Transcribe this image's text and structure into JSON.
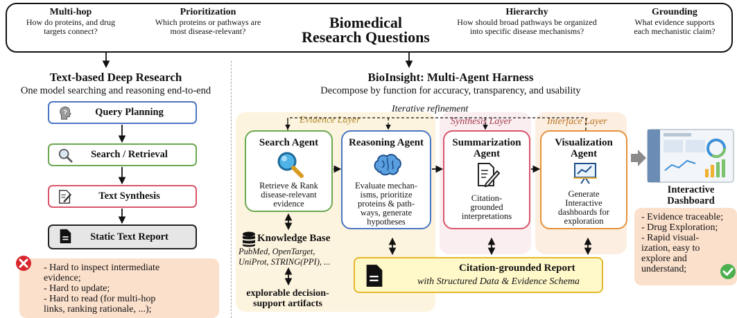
{
  "banner": {
    "title_line1": "Biomedical",
    "title_line2": "Research Questions",
    "questions": [
      {
        "title": "Multi-hop",
        "line1": "How do proteins, and drug",
        "line2": "targets connect?"
      },
      {
        "title": "Prioritization",
        "line1": "Which proteins or pathways are",
        "line2": "most disease-relevant?"
      },
      {
        "title": "Hierarchy",
        "line1": "How should broad pathways be organized",
        "line2": "into specific disease mechanisms?"
      },
      {
        "title": "Grounding",
        "line1": "What evidence supports",
        "line2": "each mechanistic claim?"
      }
    ]
  },
  "left": {
    "title": "Text-based Deep Research",
    "subtitle": "One model searching and reasoning end-to-end",
    "steps": [
      {
        "label": "Query Planning",
        "color": "#4a74c4",
        "icon": "question-head-icon"
      },
      {
        "label": "Search / Retrieval",
        "color": "#6aa84f",
        "icon": "magnifier-icon"
      },
      {
        "label": "Text Synthesis",
        "color": "#d9546a",
        "icon": "document-pen-icon"
      },
      {
        "label": "Static Text Report",
        "color": "#222222",
        "icon": "document-icon"
      }
    ],
    "cons": [
      "- Hard to inspect intermediate",
      "evidence;",
      "- Hard to update;",
      "- Hard to read (for multi-hop",
      "links, ranking rationale, ...);"
    ]
  },
  "right": {
    "title": "BioInsight: Multi-Agent Harness",
    "subtitle": "Decompose by function for accuracy, transparency, and usability",
    "refinement": "Iterative refinement",
    "layers": {
      "evidence": "Evidence Layer",
      "synthesis": "Synthesis Layer",
      "interface": "Interface Layer"
    },
    "agents": [
      {
        "title": "Search Agent",
        "desc": [
          "Retrieve & Rank",
          "disease-relevant",
          "evidence"
        ],
        "color": "#6aa84f"
      },
      {
        "title": "Reasoning Agent",
        "desc": [
          "Evaluate mechan-",
          "isms, prioritize",
          "proteins & path-",
          "ways, generate",
          "hypotheses"
        ],
        "color": "#4a74c4"
      },
      {
        "title": "Summarization",
        "title2": "Agent",
        "desc": [
          "Citation-",
          "grounded",
          "interpretations"
        ],
        "color": "#d9546a"
      },
      {
        "title": "Visualization",
        "title2": "Agent",
        "desc": [
          "Generate",
          "Interactive",
          "dashboards for",
          "exploration"
        ],
        "color": "#e69138"
      }
    ],
    "knowledge_base": {
      "title": "Knowledge Base",
      "sources_line1": "PubMed, OpenTarget,",
      "sources_line2": "UniProt, STRING(PPI), ..."
    },
    "artifacts": {
      "line1": "explorable decision-",
      "line2": "support artifacts"
    },
    "report": {
      "title": "Citation-grounded Report",
      "subtitle": "with Structured Data & Evidence Schema"
    },
    "dashboard": {
      "title_line1": "Interactive",
      "title_line2": "Dashboard",
      "benefits": [
        "- Evidence traceable;",
        "- Drug Exploration;",
        "- Rapid visual-",
        "ization, easy to",
        "explore and",
        "understand;"
      ]
    }
  },
  "colors": {
    "green": "#6aa84f",
    "blue": "#4a74c4",
    "red": "#d9546a",
    "orange": "#e69138",
    "report_border": "#e2b82a",
    "layer_bg": "#fdf4df",
    "note_bg": "#fbe0cc"
  }
}
